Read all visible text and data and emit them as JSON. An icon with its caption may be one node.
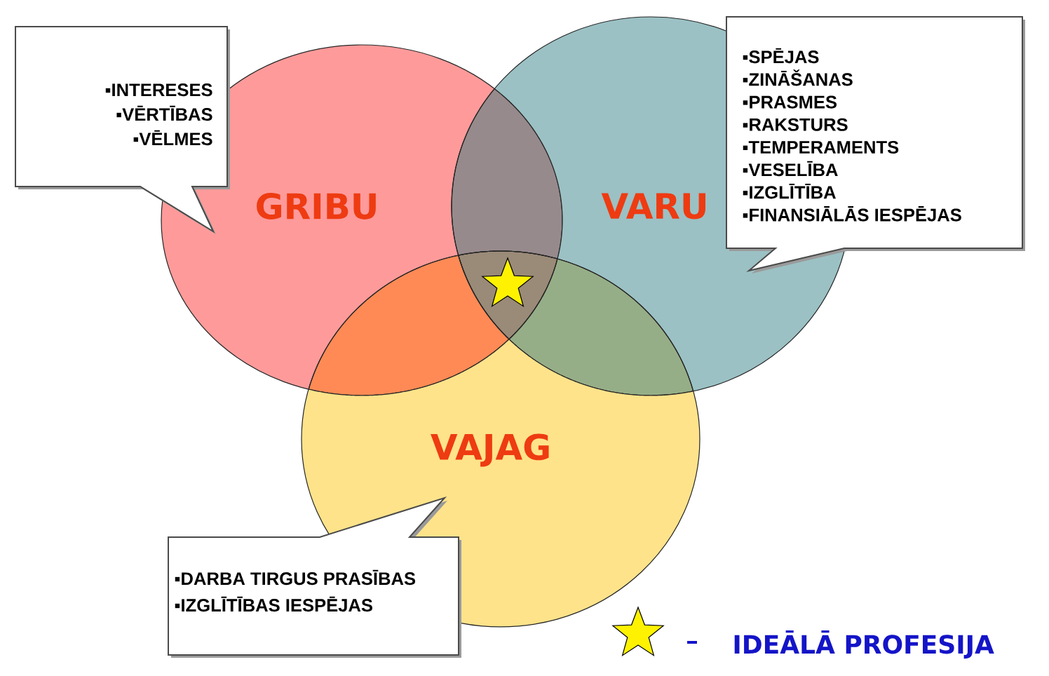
{
  "diagram": {
    "nodes": [
      {
        "text": [
          "GRIBU"
        ]
      },
      {
        "text": [
          "VARU"
        ]
      },
      {
        "text": [
          "VAJAG"
        ]
      },
      {
        "text": [
          "▪INTERESES",
          "▪VĒRTĪBAS",
          "▪VĒLMES"
        ]
      },
      {
        "text": [
          "▪SPĒJAS",
          "▪ZINĀŠANAS",
          "▪PRASMES",
          "▪RAKSTURS",
          "▪TEMPERAMENTS",
          "▪VESELĪBA",
          "▪IZGLĪTĪBA",
          "▪FINANSIĀLĀS IESPĒJAS"
        ]
      },
      {
        "text": [
          "▪DARBA TIRGUS PRASĪBAS",
          "▪IZGLĪTĪBAS IESPĒJAS"
        ]
      }
    ],
    "legend": [
      {
        "text": "IDEĀLĀ PROFESIJA"
      }
    ]
  }
}
